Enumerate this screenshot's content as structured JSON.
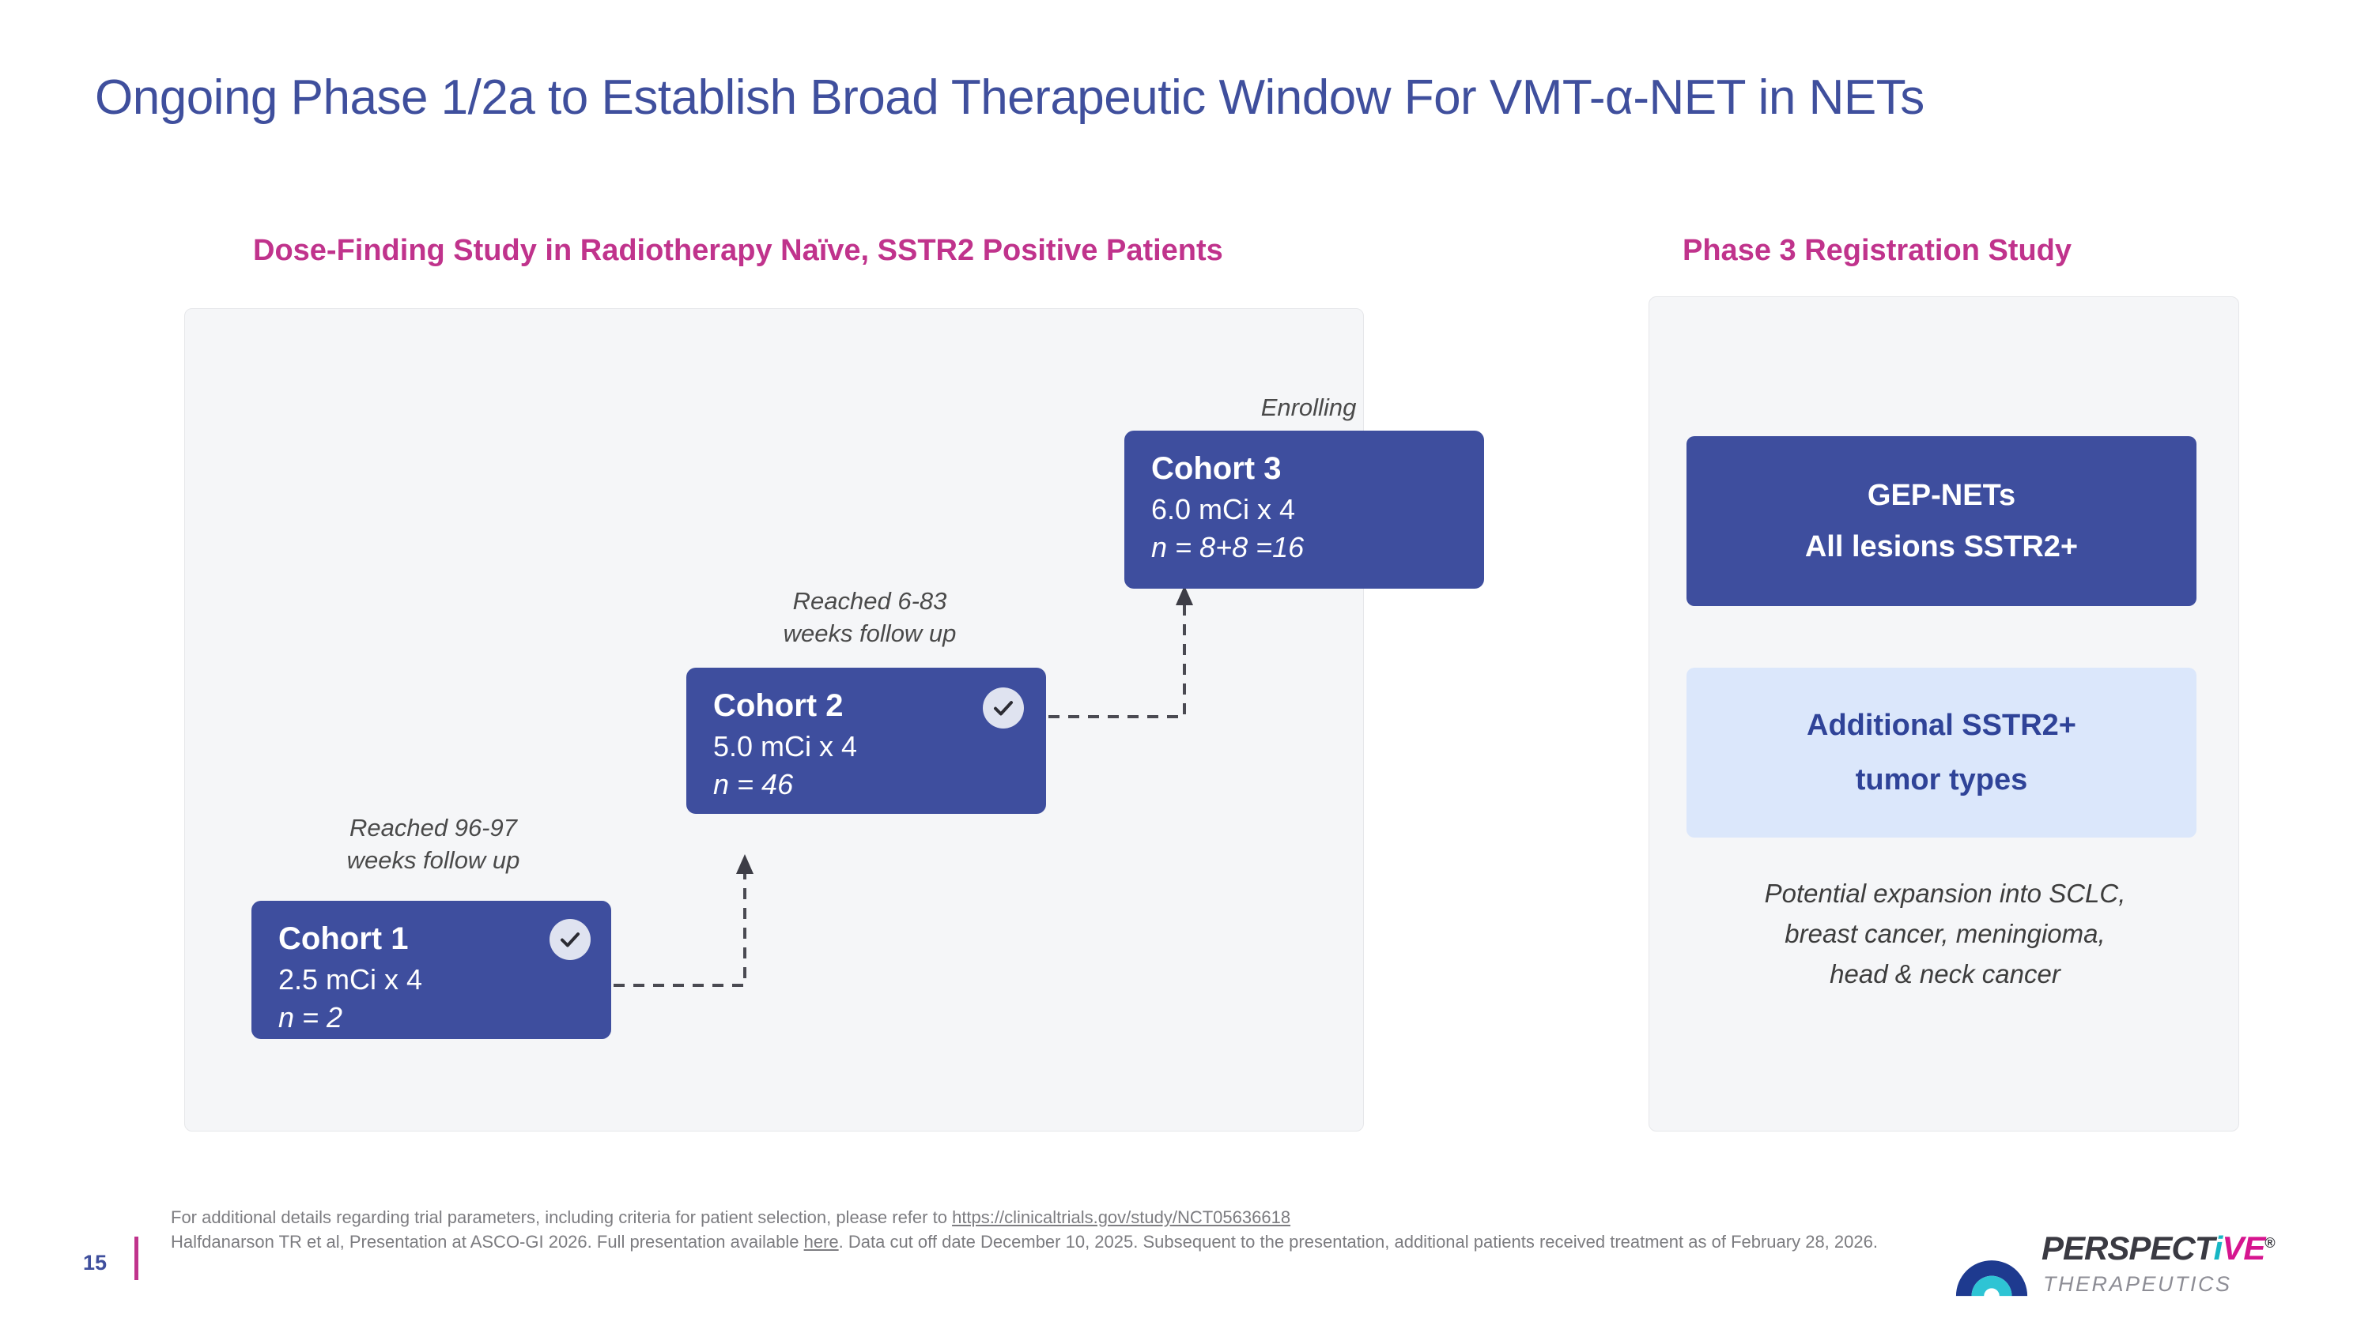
{
  "slide": {
    "title": "Ongoing Phase 1/2a to Establish Broad Therapeutic Window For VMT-α-NET in NETs",
    "page_number": "15"
  },
  "sections": {
    "left_heading": "Dose-Finding Study in Radiotherapy Naïve, SSTR2 Positive Patients",
    "right_heading": "Phase 3 Registration Study"
  },
  "cohorts": [
    {
      "annotation": "Reached 96-97\nweeks follow up",
      "title": "Cohort 1",
      "dose": "2.5 mCi x 4",
      "n": "n = 2",
      "completed": true,
      "badge_icon": "check-circle-icon"
    },
    {
      "annotation": "Reached 6-83\nweeks follow up",
      "title": "Cohort 2",
      "dose": "5.0 mCi x 4",
      "n": "n = 46",
      "completed": true,
      "badge_icon": "check-circle-icon"
    },
    {
      "annotation": "Enrolling",
      "title": "Cohort 3",
      "dose": "6.0 mCi x 4",
      "n": "n = 8+8 =16",
      "completed": false,
      "badge_icon": null
    }
  ],
  "phase3": {
    "primary_box": {
      "line1": "GEP-NETs",
      "line2": "All lesions SSTR2+"
    },
    "secondary_box": {
      "line1": "Additional SSTR2+",
      "line2": "tumor types"
    },
    "expansion_note": "Potential expansion into SCLC,\nbreast cancer, meningioma,\nhead & neck cancer"
  },
  "footnotes": {
    "line1_pre": "For additional details regarding trial parameters, including criteria for patient selection, please refer to ",
    "line1_link": "https://clinicaltrials.gov/study/NCT05636618",
    "line2_pre": "Halfdanarson TR et al, Presentation at ASCO-GI 2026. Full presentation available ",
    "line2_link": "here",
    "line2_post": ". Data cut off date December 10, 2025. Subsequent to the presentation, additional patients received treatment as of February 28, 2026."
  },
  "logo": {
    "word_a": "PERSPECT",
    "word_i": "i",
    "word_ve": "VE",
    "registered": "®",
    "subtitle": "THERAPEUTICS"
  },
  "colors": {
    "title_blue": "#3f4f9d",
    "heading_magenta": "#c0338c",
    "box_blue": "#3e4e9e",
    "light_blue": "#dbe7fb",
    "panel_bg": "#f5f6f8",
    "connector_gray": "#4a4a52",
    "logo_teal": "#17b6c4",
    "logo_magenta": "#d6158f"
  }
}
